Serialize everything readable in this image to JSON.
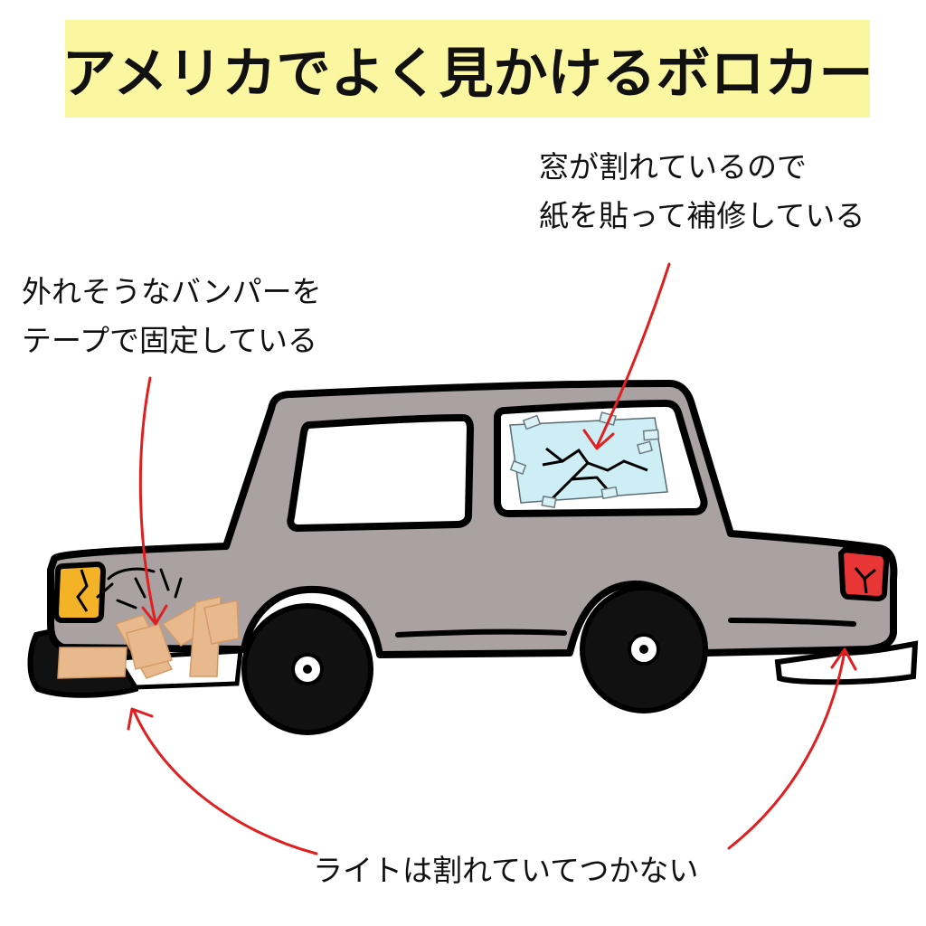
{
  "title": "アメリカでよく見かけるボロカー",
  "callouts": {
    "window": [
      "窓が割れているので",
      "紙を貼って補修している"
    ],
    "bumper": [
      "外れそうなバンパーを",
      "テープで固定している"
    ],
    "lights": "ライトは割れていてつかない"
  },
  "colors": {
    "banner": "#fbf7a0",
    "body": "#a9a1a2",
    "outline": "#000000",
    "window_glass": "#ffffff",
    "paper_patch": "#cdeef5",
    "tape": "#e8b98c",
    "headlight": "#f4b327",
    "taillight": "#e83535",
    "arrow": "#e02020"
  }
}
